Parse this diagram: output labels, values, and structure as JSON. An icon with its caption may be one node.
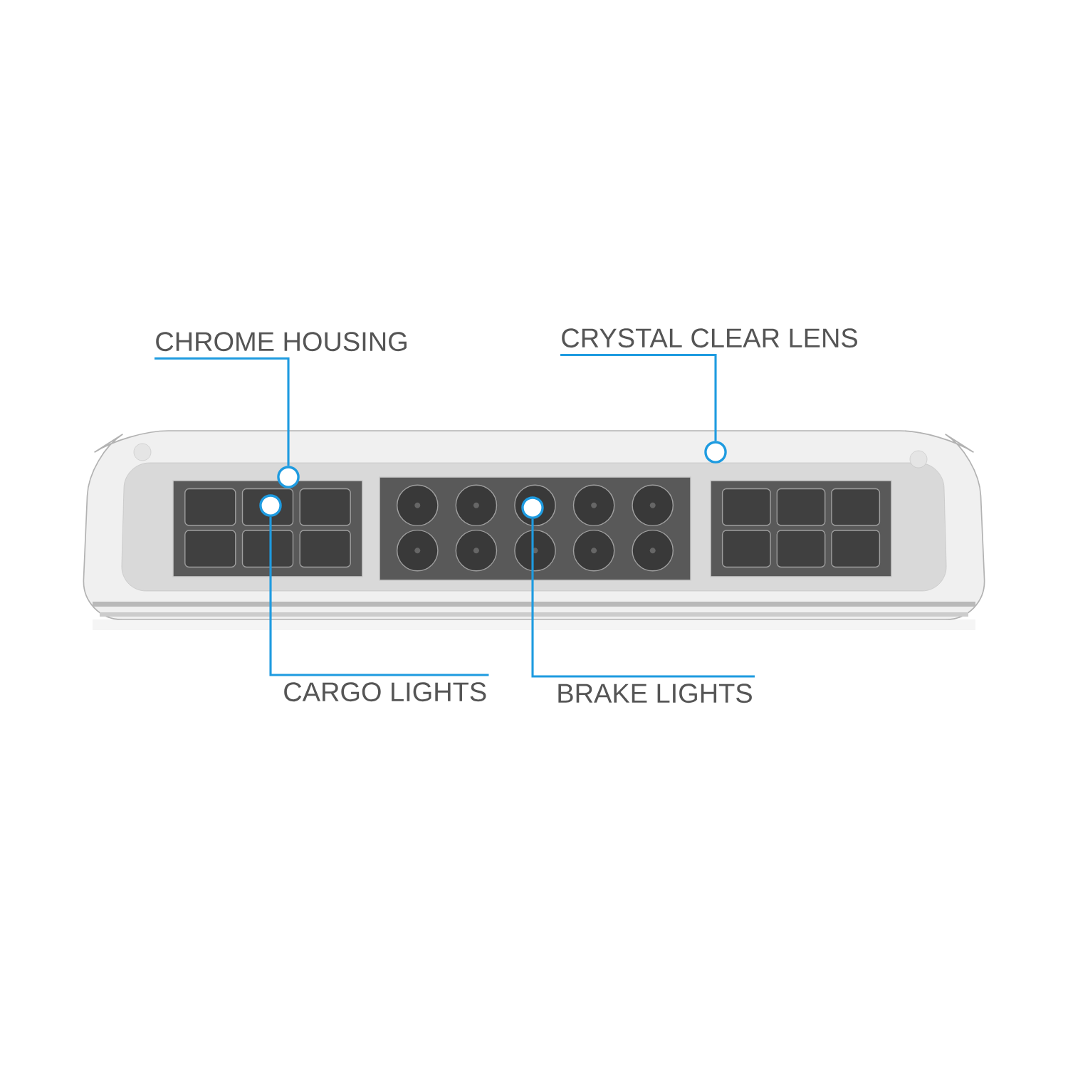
{
  "diagram": {
    "nodes": [
      {
        "text": [
          "CHROME HOUSING"
        ]
      },
      {
        "text": [
          "CRYSTAL CLEAR LENS"
        ]
      },
      {
        "text": [
          "CARGO LIGHTS"
        ]
      },
      {
        "text": [
          "BRAKE LIGHTS"
        ]
      },
      {
        "text": [],
        "shape": "circle"
      },
      {
        "text": [],
        "shape": "circle"
      },
      {
        "text": [],
        "shape": "circle"
      },
      {
        "text": [],
        "shape": "circle"
      }
    ],
    "edges": [
      {
        "from": 0,
        "to": 4,
        "arrow": "none"
      },
      {
        "from": 1,
        "to": 5,
        "arrow": "none"
      },
      {
        "from": 2,
        "to": 6,
        "arrow": "none"
      },
      {
        "from": 3,
        "to": 7,
        "arrow": "none"
      }
    ]
  }
}
